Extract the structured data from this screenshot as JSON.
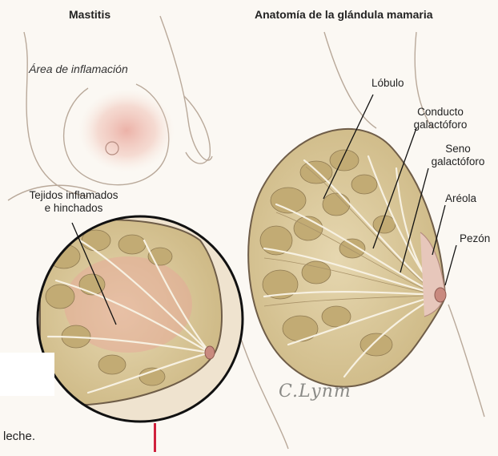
{
  "titles": {
    "left": "Mastitis",
    "right": "Anatomía de la glándula mamaria"
  },
  "labels": {
    "inflammation_area": "Área de inflamación",
    "tissue_line1": "Tejidos inflamados",
    "tissue_line2": "e hinchados",
    "lobule": "Lóbulo",
    "duct_line1": "Conducto",
    "duct_line2": "galactóforo",
    "sinus_line1": "Seno",
    "sinus_line2": "galactóforo",
    "areola": "Aréola",
    "nipple": "Pezón"
  },
  "signature": "C.Lynm",
  "caption_fragment": "leche.",
  "colors": {
    "background": "#fbf8f3",
    "skin_outline": "#b9a99a",
    "tissue_fill": "#d9c9a0",
    "lobule_fill": "#c7b27c",
    "inflammation": "#e9a59a",
    "nipple": "#c98a7f",
    "accent_mark": "#d0213d"
  }
}
